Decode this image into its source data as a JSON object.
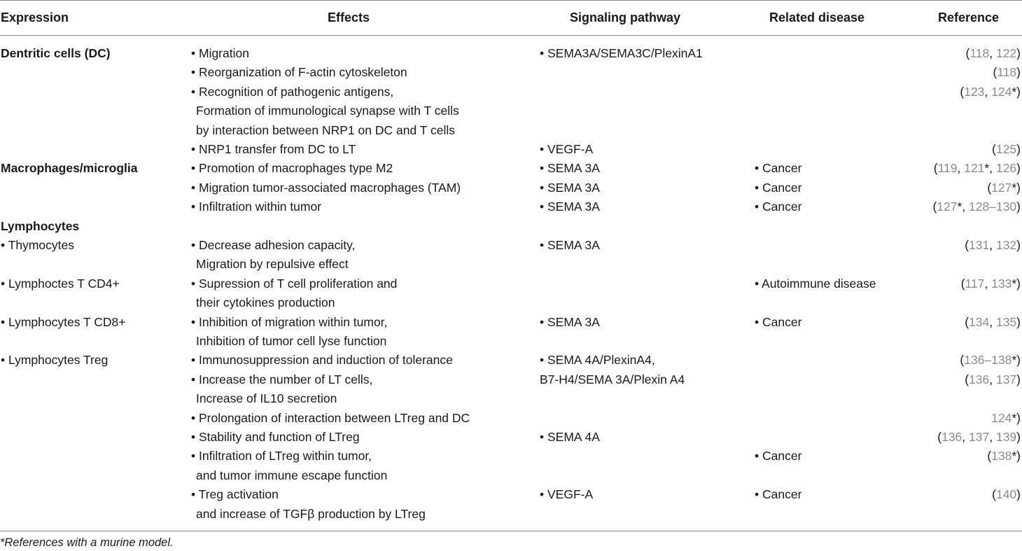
{
  "headers": {
    "expression": "Expression",
    "effects": "Effects",
    "signaling": "Signaling pathway",
    "disease": "Related disease",
    "reference": "Reference"
  },
  "rows": [
    {
      "expr": "Dentritic cells (DC)",
      "expr_bold": true,
      "effects": [
        "• Migration",
        "• Reorganization of F-actin cytoskeleton",
        "• Recognition of pathogenic antigens,",
        "Formation of immunological synapse with T cells",
        "by interaction between NRP1 on DC and T cells"
      ],
      "signal": [
        "• SEMA3A/SEMA3C/PlexinA1"
      ],
      "disease": [],
      "refs": [
        {
          "line": 0,
          "parts": [
            [
              "(",
              false
            ],
            [
              "118",
              true
            ],
            [
              ", ",
              false
            ],
            [
              "122",
              true
            ],
            [
              ")",
              false
            ]
          ]
        },
        {
          "line": 1,
          "parts": [
            [
              "(",
              false
            ],
            [
              "118",
              true
            ],
            [
              ")",
              false
            ]
          ]
        },
        {
          "line": 2,
          "parts": [
            [
              "(",
              false
            ],
            [
              "123",
              true
            ],
            [
              ", ",
              false
            ],
            [
              "124",
              true
            ],
            [
              "*)",
              false
            ]
          ]
        }
      ]
    },
    {
      "expr": "",
      "expr_bold": false,
      "effects": [
        "• NRP1 transfer from DC to LT"
      ],
      "signal": [
        "• VEGF-A"
      ],
      "disease": [],
      "refs": [
        {
          "line": 0,
          "parts": [
            [
              "(",
              false
            ],
            [
              "125",
              true
            ],
            [
              ")",
              false
            ]
          ]
        }
      ]
    },
    {
      "expr": "Macrophages/microglia",
      "expr_bold": true,
      "effects": [
        "• Promotion of macrophages type M2"
      ],
      "signal": [
        "• SEMA 3A"
      ],
      "disease": [
        "• Cancer"
      ],
      "refs": [
        {
          "line": 0,
          "parts": [
            [
              "(",
              false
            ],
            [
              "119",
              true
            ],
            [
              ", ",
              false
            ],
            [
              "121",
              true
            ],
            [
              "*, ",
              false
            ],
            [
              "126",
              true
            ],
            [
              ")",
              false
            ]
          ]
        }
      ]
    },
    {
      "expr": "",
      "expr_bold": false,
      "effects": [
        "• Migration tumor-associated macrophages (TAM)"
      ],
      "signal": [
        "• SEMA 3A"
      ],
      "disease": [
        "• Cancer"
      ],
      "refs": [
        {
          "line": 0,
          "parts": [
            [
              "(",
              false
            ],
            [
              "127",
              true
            ],
            [
              "*)",
              false
            ]
          ]
        }
      ]
    },
    {
      "expr": "",
      "expr_bold": false,
      "effects": [
        "• Infiltration within tumor"
      ],
      "signal": [
        "• SEMA 3A"
      ],
      "disease": [
        "• Cancer"
      ],
      "refs": [
        {
          "line": 0,
          "parts": [
            [
              "(",
              false
            ],
            [
              "127",
              true
            ],
            [
              "*, ",
              false
            ],
            [
              "128–130",
              true
            ],
            [
              ")",
              false
            ]
          ]
        }
      ]
    },
    {
      "expr": "Lymphocytes",
      "expr_bold": true,
      "effects": [],
      "signal": [],
      "disease": [],
      "refs": []
    },
    {
      "expr": "• Thymocytes",
      "expr_bold": false,
      "effects": [
        "• Decrease adhesion capacity,",
        "Migration by repulsive effect"
      ],
      "signal": [
        "• SEMA 3A"
      ],
      "disease": [],
      "refs": [
        {
          "line": 0,
          "parts": [
            [
              "(",
              false
            ],
            [
              "131",
              true
            ],
            [
              ", ",
              false
            ],
            [
              "132",
              true
            ],
            [
              ")",
              false
            ]
          ]
        }
      ]
    },
    {
      "expr": "• Lymphoctes T CD4+",
      "expr_bold": false,
      "effects": [
        "• Supression of T cell proliferation and",
        "their cytokines production"
      ],
      "signal": [],
      "disease": [
        "• Autoimmune disease"
      ],
      "refs": [
        {
          "line": 0,
          "parts": [
            [
              "(",
              false
            ],
            [
              "117",
              true
            ],
            [
              ", ",
              false
            ],
            [
              "133",
              true
            ],
            [
              "*)",
              false
            ]
          ]
        }
      ]
    },
    {
      "expr": "• Lymphocytes T CD8+",
      "expr_bold": false,
      "effects": [
        "• Inhibition of migration within tumor,",
        "Inhibition of tumor cell lyse function"
      ],
      "signal": [
        "• SEMA 3A"
      ],
      "disease": [
        "• Cancer"
      ],
      "refs": [
        {
          "line": 0,
          "parts": [
            [
              "(",
              false
            ],
            [
              "134",
              true
            ],
            [
              ", ",
              false
            ],
            [
              "135",
              true
            ],
            [
              ")",
              false
            ]
          ]
        }
      ]
    },
    {
      "expr": "• Lymphocytes Treg",
      "expr_bold": false,
      "effects": [
        "• Immunosuppression and induction of tolerance",
        "• Increase the number of LT cells,",
        "Increase of IL10 secretion"
      ],
      "signal": [
        "• SEMA 4A/PlexinA4,",
        "B7-H4/SEMA 3A/Plexin A4"
      ],
      "disease": [],
      "refs": [
        {
          "line": 0,
          "parts": [
            [
              "(",
              false
            ],
            [
              "136–138",
              true
            ],
            [
              "*)",
              false
            ]
          ]
        },
        {
          "line": 1,
          "parts": [
            [
              "(",
              false
            ],
            [
              "136",
              true
            ],
            [
              ", ",
              false
            ],
            [
              "137",
              true
            ],
            [
              ")",
              false
            ]
          ]
        }
      ]
    },
    {
      "expr": "",
      "expr_bold": false,
      "effects": [
        "• Prolongation of interaction between LTreg and DC"
      ],
      "signal": [],
      "disease": [],
      "refs": [
        {
          "line": 0,
          "parts": [
            [
              "",
              false
            ],
            [
              "124",
              true
            ],
            [
              "*)",
              false
            ]
          ]
        }
      ]
    },
    {
      "expr": "",
      "expr_bold": false,
      "effects": [
        "• Stability and function of LTreg"
      ],
      "signal": [
        "• SEMA 4A"
      ],
      "disease": [],
      "refs": [
        {
          "line": 0,
          "parts": [
            [
              "(",
              false
            ],
            [
              "136",
              true
            ],
            [
              ", ",
              false
            ],
            [
              "137",
              true
            ],
            [
              ", ",
              false
            ],
            [
              "139",
              true
            ],
            [
              ")",
              false
            ]
          ]
        }
      ]
    },
    {
      "expr": "",
      "expr_bold": false,
      "effects": [
        "• Infiltration of LTreg within tumor,",
        "and tumor immune escape function"
      ],
      "signal": [],
      "disease": [
        "• Cancer"
      ],
      "refs": [
        {
          "line": 0,
          "parts": [
            [
              "(",
              false
            ],
            [
              "138",
              true
            ],
            [
              "*)",
              false
            ]
          ]
        }
      ]
    },
    {
      "expr": "",
      "expr_bold": false,
      "effects": [
        "• Treg activation",
        "and increase of TGFβ production by LTreg"
      ],
      "signal": [
        "• VEGF-A"
      ],
      "disease": [
        "• Cancer"
      ],
      "refs": [
        {
          "line": 0,
          "parts": [
            [
              "(",
              false
            ],
            [
              "140",
              true
            ],
            [
              ")",
              false
            ]
          ]
        }
      ]
    }
  ],
  "footnote": "*References with a murine model."
}
